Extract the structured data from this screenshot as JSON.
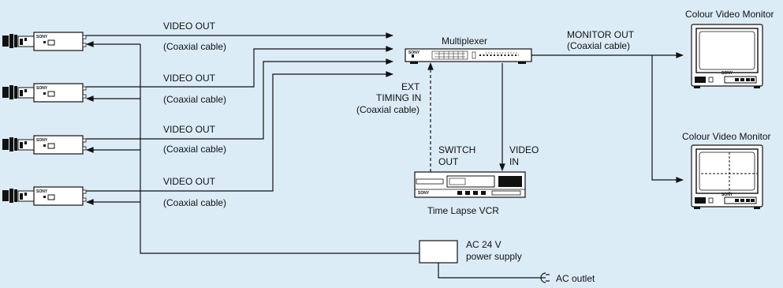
{
  "cable_labels": {
    "video_out": "VIDEO OUT",
    "coaxial": "(Coaxial cable)"
  },
  "multiplexer": {
    "title": "Multiplexer"
  },
  "ext_timing": {
    "line1": "EXT",
    "line2": "TIMING IN",
    "line3": "(Coaxial cable)"
  },
  "monitor_out": {
    "line1": "MONITOR OUT",
    "line2": "(Coaxial cable)"
  },
  "monitor_1": {
    "title": "Colour Video Monitor"
  },
  "monitor_2": {
    "title": "Colour Video Monitor"
  },
  "switch_out": {
    "line1": "SWITCH",
    "line2": "OUT"
  },
  "video_in": {
    "line1": "VIDEO",
    "line2": "IN"
  },
  "vcr": {
    "title": "Time Lapse VCR"
  },
  "power": {
    "line1": "AC 24 V",
    "line2": "power supply"
  },
  "outlet": {
    "label": "AC outlet"
  },
  "brand": "SONY"
}
